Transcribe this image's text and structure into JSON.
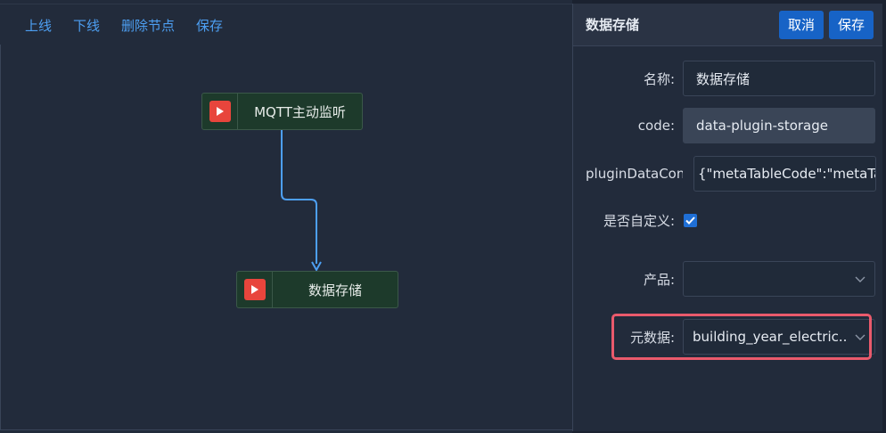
{
  "toolbar": {
    "items": [
      "上线",
      "下线",
      "删除节点",
      "保存"
    ]
  },
  "flow": {
    "nodes": [
      {
        "label": "MQTT主动监听"
      },
      {
        "label": "数据存储"
      }
    ]
  },
  "panel": {
    "title": "数据存储",
    "cancel_label": "取消",
    "save_label": "保存",
    "fields": {
      "name_label": "名称:",
      "name_value": "数据存储",
      "code_label": "code:",
      "code_value": "data-plugin-storage",
      "plugin_label": "pluginDataConfig:",
      "plugin_value": "{\"metaTableCode\":\"metaTableCode\"",
      "custom_label": "是否自定义:",
      "custom_checked": true,
      "product_label": "产品:",
      "product_value": "",
      "meta_label": "元数据:",
      "meta_value": "building_year_electric..."
    }
  },
  "colors": {
    "accent": "#1763c6",
    "link": "#4d9ff2",
    "node_bg": "#1d3a2b",
    "play_icon": "#e8453c",
    "highlight": "#ea5a6c"
  }
}
